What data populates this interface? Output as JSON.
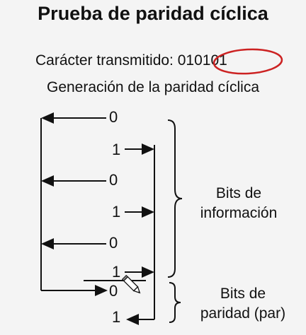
{
  "title": "Prueba de paridad cíclica",
  "transmitted_label": "Carácter transmitido:",
  "transmitted_value": "010101",
  "generation_label": "Generación de la paridad cíclica",
  "bits": {
    "info": [
      "0",
      "1",
      "0",
      "1",
      "0",
      "1"
    ],
    "parity": [
      "0",
      "1"
    ]
  },
  "braces": {
    "info_label_line1": "Bits de",
    "info_label_line2": "información",
    "parity_label_line1": "Bits de",
    "parity_label_line2": "paridad (par)"
  },
  "colors": {
    "highlight_circle": "#cc2222",
    "ink": "#111111",
    "background": "#f4f4f4"
  },
  "icons": {
    "pencil": "pencil-icon"
  }
}
